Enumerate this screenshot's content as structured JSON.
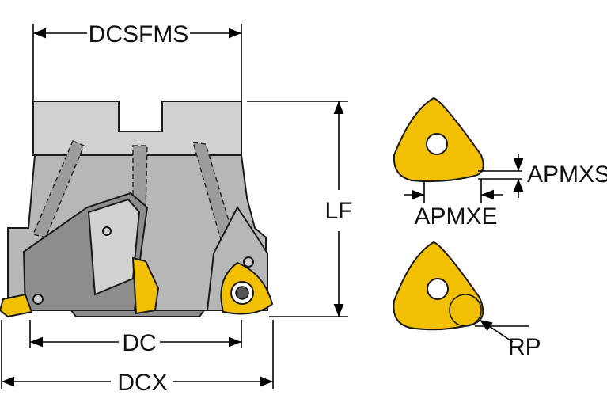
{
  "labels": {
    "dcsfms": "DCSFMS",
    "lf": "LF",
    "dc": "DC",
    "dcx": "DCX",
    "apmxs": "APMXS",
    "apmxe": "APMXE",
    "rp": "RP"
  },
  "colors": {
    "insert": "#f2c000",
    "body": "#b7b7b7",
    "line": "#000000"
  }
}
